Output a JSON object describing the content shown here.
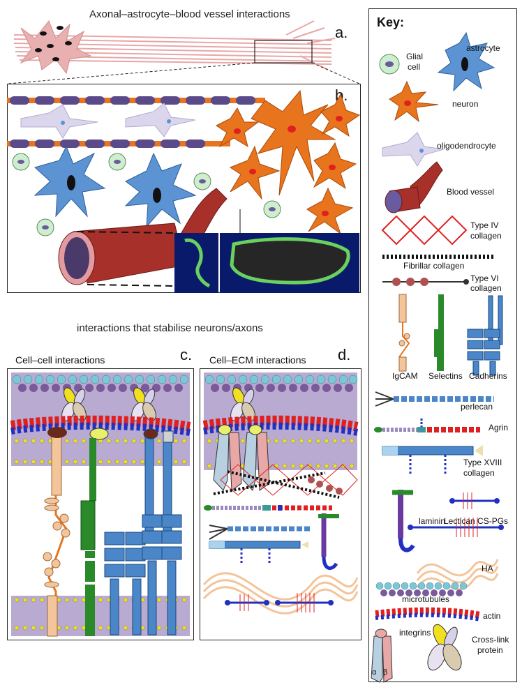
{
  "title": "Axonal–astrocyte–blood vessel interactions",
  "subtitle": "interactions that stabilise neurons/axons",
  "panel_letters": {
    "a": "a.",
    "b": "b.",
    "c": "c.",
    "d": "d."
  },
  "panel_c_title": "Cell–cell interactions",
  "panel_d_title": "Cell–ECM interactions",
  "key": {
    "title": "Key:",
    "glial_cell": "Glial cell",
    "glial_line1": "Glial",
    "glial_line2": "cell",
    "astrocyte": "astrocyte",
    "neuron": "neuron",
    "oligodendrocyte": "oligodendrocyte",
    "blood_vessel": "Blood vessel",
    "collagen_iv_1": "Type IV",
    "collagen_iv_2": "collagen",
    "fibrillar_collagen": "Fibrillar collagen",
    "collagen_vi_1": "Type VI",
    "collagen_vi_2": "collagen",
    "igcam": "IgCAM",
    "selectins": "Selectins",
    "cadherins": "Cadherins",
    "perlecan": "perlecan",
    "agrin": "Agrin",
    "collagen_xviii_1": "Type XVIII",
    "collagen_xviii_2": "collagen",
    "laminin": "laminin",
    "lectican": "Lectican CS-PGs",
    "ha": "HA",
    "microtubules": "microtubules",
    "actin": "actin",
    "integrins": "integrins",
    "alpha": "α",
    "beta": "β",
    "crosslink_1": "Cross-link",
    "crosslink_2": "protein"
  },
  "colors": {
    "neuron": "#e8741e",
    "astrocyte": "#5b93d3",
    "glia": "#cfeecf",
    "oligodendrocyte": "#c9c2de",
    "vessel": "#a8302a",
    "membrane": "#b8aad0",
    "myelin": "#5a4a8a",
    "cadherin": "#4a86c8",
    "selectin": "#2a8a2a",
    "igcam": "#f4c49a",
    "collagen_iv": "#e02020",
    "laminin": "#6a3aa0"
  }
}
